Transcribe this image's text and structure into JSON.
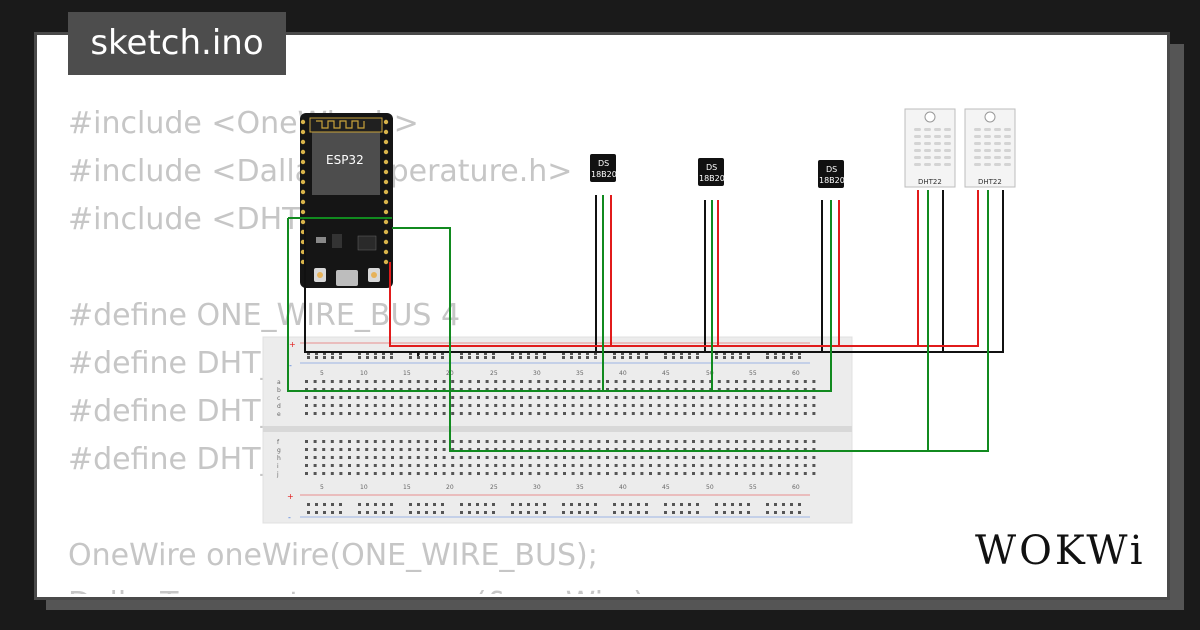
{
  "tab": {
    "filename": "sketch.ino"
  },
  "code_lines": [
    "#include <OneWire.h>",
    "#include <DallasTemperature.h>",
    "#include <DHT.h>",
    "",
    "#define ONE_WIRE_BUS 4",
    "#define DHT_",
    "#define DHT_",
    "#define DHT_",
    "",
    "OneWire oneWire(ONE_WIRE_BUS);",
    "DallasTemperature sensors(&oneWire);"
  ],
  "components": {
    "mcu": {
      "label": "ESP32"
    },
    "ds18b20": [
      {
        "line1": "DS",
        "line2": "18B20"
      },
      {
        "line1": "DS",
        "line2": "18B20"
      },
      {
        "line1": "DS",
        "line2": "18B20"
      }
    ],
    "dht22": [
      {
        "label": "DHT22"
      },
      {
        "label": "DHT22"
      }
    ]
  },
  "breadboard": {
    "column_numbers": [
      "5",
      "10",
      "15",
      "20",
      "25",
      "30",
      "35",
      "40",
      "45",
      "50",
      "55",
      "60"
    ],
    "row_letters_top": [
      "a",
      "b",
      "c",
      "d",
      "e"
    ],
    "row_letters_bottom": [
      "f",
      "g",
      "h",
      "i",
      "j"
    ],
    "rail_plus": "+",
    "rail_minus": "-"
  },
  "wire_colors": {
    "power": "#e11b1b",
    "ground": "#111111",
    "signal": "#118a1f"
  },
  "logo": {
    "text": "WOKWi"
  }
}
